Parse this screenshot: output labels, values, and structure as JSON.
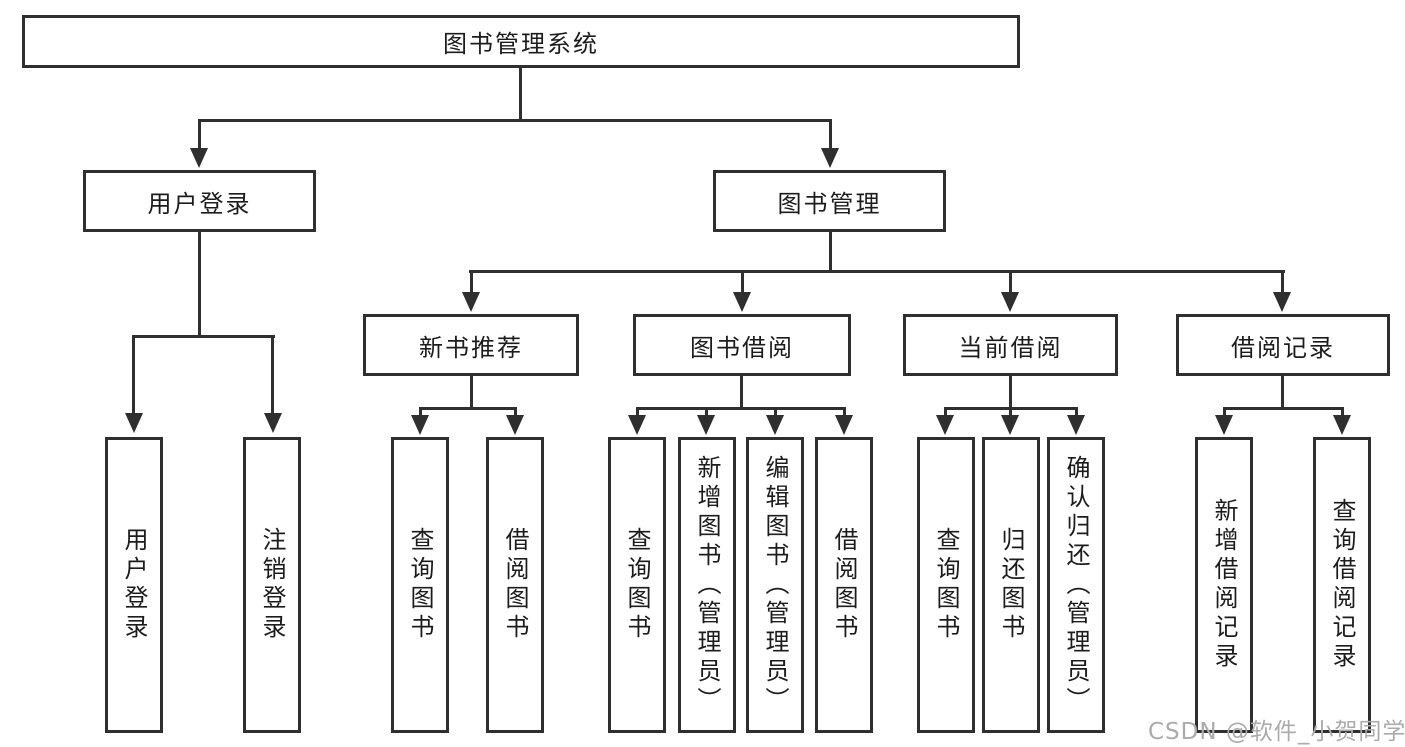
{
  "diagram": {
    "root": {
      "label": "图书管理系统"
    },
    "level2": [
      {
        "label": "用户登录"
      },
      {
        "label": "图书管理"
      }
    ],
    "level3": [
      {
        "label": "新书推荐"
      },
      {
        "label": "图书借阅"
      },
      {
        "label": "当前借阅"
      },
      {
        "label": "借阅记录"
      }
    ],
    "level4": {
      "user_login": [
        "用户登录",
        "注销登录"
      ],
      "new_books": [
        "查询图书",
        "借阅图书"
      ],
      "book_borrow": [
        "查询图书",
        "新增图书（管理员）",
        "编辑图书（管理员）",
        "借阅图书"
      ],
      "current_borrow": [
        "查询图书",
        "归还图书",
        "确认归还（管理员）"
      ],
      "borrow_records": [
        "新增借阅记录",
        "查询借阅记录"
      ]
    }
  },
  "watermark": "CSDN @软件_小贺同学",
  "colors": {
    "line": "#2f2f2f",
    "text": "#1c1c1c",
    "watermark": "#ababab",
    "background": "#ffffff"
  }
}
